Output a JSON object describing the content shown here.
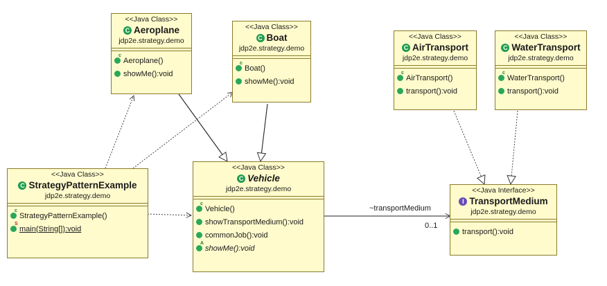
{
  "classes": {
    "aeroplane": {
      "stereotype": "<<Java Class>>",
      "icon": "class-icon",
      "name": "Aeroplane",
      "package": "jdp2e.strategy.demo",
      "members": [
        {
          "text": "Aeroplane()",
          "kind": "constructor",
          "sup": "c"
        },
        {
          "text": "showMe():void",
          "kind": "method",
          "sup": ""
        }
      ]
    },
    "boat": {
      "stereotype": "<<Java Class>>",
      "icon": "class-icon",
      "name": "Boat",
      "package": "jdp2e.strategy.demo",
      "members": [
        {
          "text": "Boat()",
          "kind": "constructor",
          "sup": "c"
        },
        {
          "text": "showMe():void",
          "kind": "method",
          "sup": ""
        }
      ]
    },
    "airtransport": {
      "stereotype": "<<Java Class>>",
      "icon": "class-icon",
      "name": "AirTransport",
      "package": "jdp2e.strategy.demo",
      "members": [
        {
          "text": "AirTransport()",
          "kind": "constructor",
          "sup": "c"
        },
        {
          "text": "transport():void",
          "kind": "method",
          "sup": ""
        }
      ]
    },
    "watertransport": {
      "stereotype": "<<Java Class>>",
      "icon": "class-icon",
      "name": "WaterTransport",
      "package": "jdp2e.strategy.demo",
      "members": [
        {
          "text": "WaterTransport()",
          "kind": "constructor",
          "sup": "c"
        },
        {
          "text": "transport():void",
          "kind": "method",
          "sup": ""
        }
      ]
    },
    "strategypatternexample": {
      "stereotype": "<<Java Class>>",
      "icon": "class-icon",
      "name": "StrategyPatternExample",
      "package": "jdp2e.strategy.demo",
      "members": [
        {
          "text": "StrategyPatternExample()",
          "kind": "constructor",
          "sup": "c"
        },
        {
          "text": "main(String[]):void",
          "kind": "static",
          "sup": "S"
        }
      ]
    },
    "vehicle": {
      "stereotype": "<<Java Class>>",
      "icon": "abstract-class-icon",
      "name": "Vehicle",
      "package": "jdp2e.strategy.demo",
      "members": [
        {
          "text": "Vehicle()",
          "kind": "constructor",
          "sup": "c"
        },
        {
          "text": "showTransportMedium():void",
          "kind": "method",
          "sup": ""
        },
        {
          "text": "commonJob():void",
          "kind": "method",
          "sup": ""
        },
        {
          "text": "showMe():void",
          "kind": "abstract",
          "sup": "A"
        }
      ]
    },
    "transportmedium": {
      "stereotype": "<<Java Interface>>",
      "icon": "interface-icon",
      "name": "TransportMedium",
      "package": "jdp2e.strategy.demo",
      "members": [
        {
          "text": "transport():void",
          "kind": "method",
          "sup": ""
        }
      ]
    }
  },
  "association": {
    "role": "~transportMedium",
    "multiplicity": "0..1"
  },
  "colors": {
    "box_fill": "#fffbcc",
    "box_border": "#8a7a2a",
    "class_icon": "#1f9c4d",
    "interface_icon": "#6a4db8"
  }
}
